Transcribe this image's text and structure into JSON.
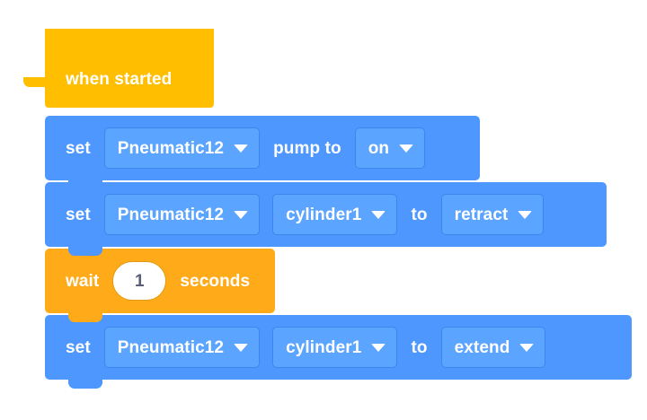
{
  "workspace": {
    "background_color": "#ffffff",
    "palette": {
      "event_block": "#ffbf00",
      "control_block": "#ffab19",
      "pneumatic_block": "#4d97ff",
      "field_fill": "#5ba4ff",
      "field_border": "#3d86ec",
      "text": "#ffffff",
      "input_text": "#575e75"
    }
  },
  "script": {
    "name": "pneumatic-cylinder-sequence",
    "blocks": [
      {
        "id": "when-started",
        "type": "hat",
        "label": "when started"
      },
      {
        "id": "set-pump-on",
        "type": "stack",
        "prefix": "set",
        "device": "Pneumatic12",
        "middle": "pump to",
        "value": "on"
      },
      {
        "id": "set-cylinder1-retract",
        "type": "stack",
        "prefix": "set",
        "device": "Pneumatic12",
        "port": "cylinder1",
        "middle": "to",
        "value": "retract"
      },
      {
        "id": "wait-1-seconds",
        "type": "stack",
        "prefix": "wait",
        "amount": "1",
        "suffix": "seconds"
      },
      {
        "id": "set-cylinder1-extend",
        "type": "stack",
        "prefix": "set",
        "device": "Pneumatic12",
        "port": "cylinder1",
        "middle": "to",
        "value": "extend"
      }
    ]
  },
  "icons": {
    "caret": "chevron-down-icon"
  }
}
